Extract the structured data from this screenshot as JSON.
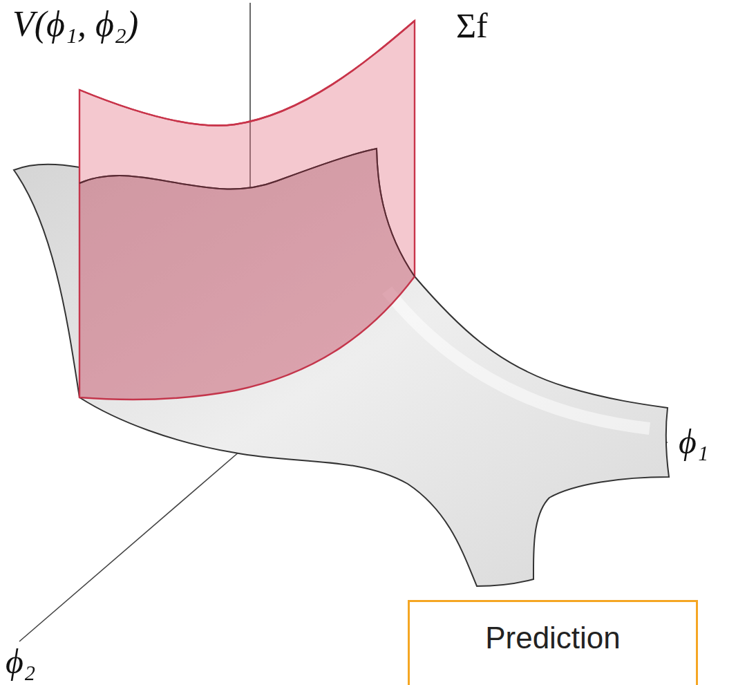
{
  "diagram": {
    "nodes": [
      {
        "text": [
          "Prediction"
        ]
      }
    ],
    "labels": [
      "V(ϕ₁, ϕ₂)",
      "Σf",
      "ϕ₁",
      "ϕ₂"
    ]
  }
}
